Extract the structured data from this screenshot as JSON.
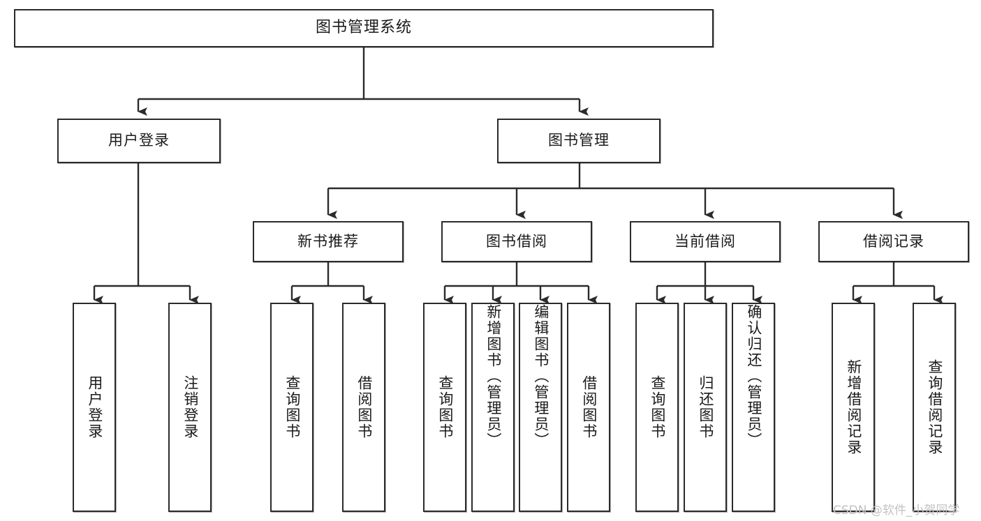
{
  "diagram": {
    "type": "tree-hierarchy",
    "title": "图书管理系统",
    "watermark": "CSDN @软件_小贺同学",
    "style": {
      "background": "#ffffff",
      "box_border": "#2b2b2b",
      "box_fill": "#ffffff",
      "text": "#1a1a1a",
      "connector": "#2b2b2b",
      "watermark_color": "#c2c2c2"
    },
    "root": {
      "label": "图书管理系统"
    },
    "level2": [
      {
        "id": "user-login",
        "label": "用户登录"
      },
      {
        "id": "book-manage",
        "label": "图书管理"
      }
    ],
    "level3": [
      {
        "id": "new-book-recommend",
        "label": "新书推荐",
        "parent": "book-manage"
      },
      {
        "id": "book-borrow",
        "label": "图书借阅",
        "parent": "book-manage"
      },
      {
        "id": "current-borrow",
        "label": "当前借阅",
        "parent": "book-manage"
      },
      {
        "id": "borrow-record",
        "label": "借阅记录",
        "parent": "book-manage"
      }
    ],
    "leaves": {
      "user_login": [
        {
          "id": "leaf-user-login",
          "label": "用户登录"
        },
        {
          "id": "leaf-logout",
          "label": "注销登录"
        }
      ],
      "new_book_recommend": [
        {
          "id": "leaf-query-book-1",
          "label": "查询图书"
        },
        {
          "id": "leaf-borrow-book-1",
          "label": "借阅图书"
        }
      ],
      "book_borrow": [
        {
          "id": "leaf-query-book-2",
          "label": "查询图书"
        },
        {
          "id": "leaf-add-book",
          "label": "新增图书（管理员）"
        },
        {
          "id": "leaf-edit-book",
          "label": "编辑图书（管理员）"
        },
        {
          "id": "leaf-borrow-book-2",
          "label": "借阅图书"
        }
      ],
      "current_borrow": [
        {
          "id": "leaf-query-book-3",
          "label": "查询图书"
        },
        {
          "id": "leaf-return-book",
          "label": "归还图书"
        },
        {
          "id": "leaf-confirm-return",
          "label": "确认归还（管理员）"
        }
      ],
      "borrow_record": [
        {
          "id": "leaf-add-record",
          "label": "新增借阅记录"
        },
        {
          "id": "leaf-query-record",
          "label": "查询借阅记录"
        }
      ]
    }
  }
}
